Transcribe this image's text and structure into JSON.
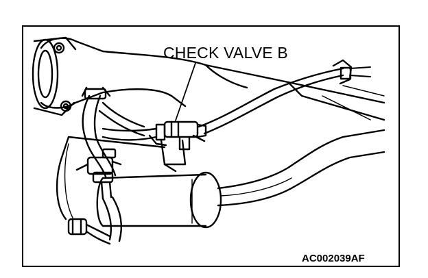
{
  "diagram": {
    "callout_label": "CHECK VALVE B",
    "figure_id": "AC002039AF"
  },
  "colors": {
    "line": "#000000",
    "background": "#ffffff"
  },
  "icons": {
    "callout_leader": "leader-line",
    "component": "check-valve"
  }
}
